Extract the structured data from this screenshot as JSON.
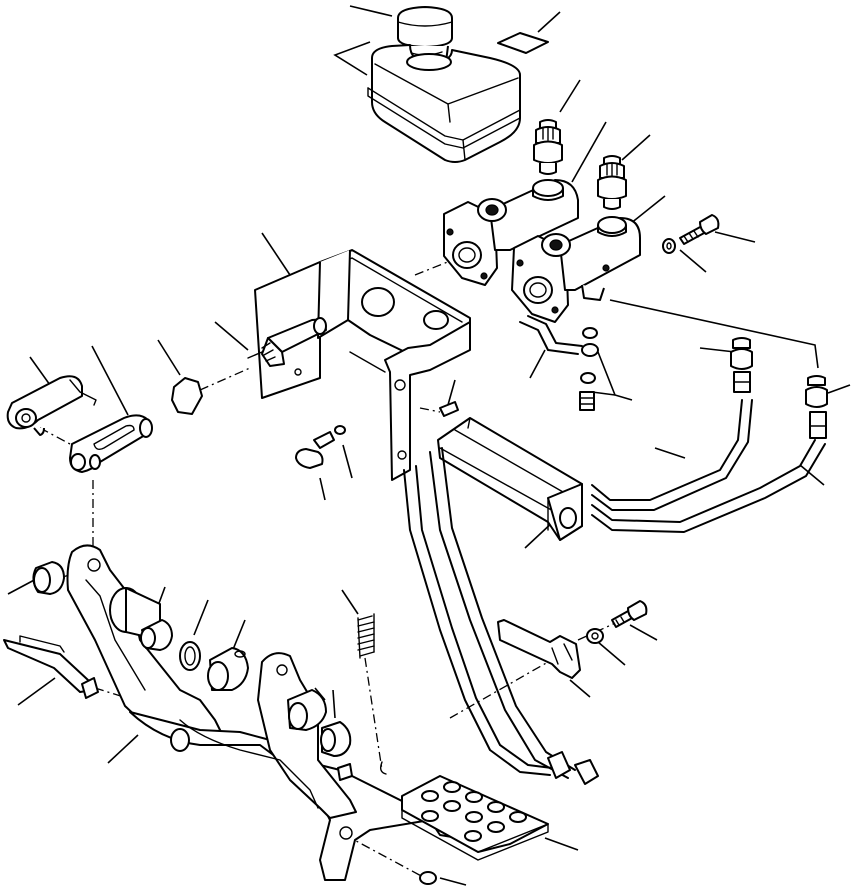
{
  "diagram": {
    "type": "exploded-parts-view",
    "callouts_labeled": false,
    "parts": [
      {
        "id": "reservoir-cap",
        "icon": "cap-icon"
      },
      {
        "id": "reservoir-tank",
        "icon": "tank-icon"
      },
      {
        "id": "gasket",
        "icon": "gasket-icon"
      },
      {
        "id": "master-cylinder-upper",
        "icon": "cylinder-icon"
      },
      {
        "id": "master-cylinder-lower",
        "icon": "cylinder-icon"
      },
      {
        "id": "switch-upper",
        "icon": "switch-icon"
      },
      {
        "id": "switch-lower",
        "icon": "switch-icon"
      },
      {
        "id": "mounting-bracket",
        "icon": "bracket-icon"
      },
      {
        "id": "push-rod",
        "icon": "rod-icon"
      },
      {
        "id": "nut",
        "icon": "nut-icon"
      },
      {
        "id": "clevis-link",
        "icon": "clevis-icon"
      },
      {
        "id": "clevis",
        "icon": "clevis-icon"
      },
      {
        "id": "pedal-arm",
        "icon": "lever-icon"
      },
      {
        "id": "pedal-pad",
        "icon": "pad-icon"
      },
      {
        "id": "return-spring",
        "icon": "spring-icon"
      },
      {
        "id": "cross-tube",
        "icon": "tube-icon"
      },
      {
        "id": "brake-lines",
        "icon": "pipe-icon"
      },
      {
        "id": "clamp-bracket",
        "icon": "clamp-icon"
      },
      {
        "id": "bolt",
        "icon": "bolt-icon"
      },
      {
        "id": "washer",
        "icon": "washer-icon"
      },
      {
        "id": "bushing",
        "icon": "bushing-icon"
      },
      {
        "id": "o-ring",
        "icon": "ring-icon"
      }
    ]
  }
}
